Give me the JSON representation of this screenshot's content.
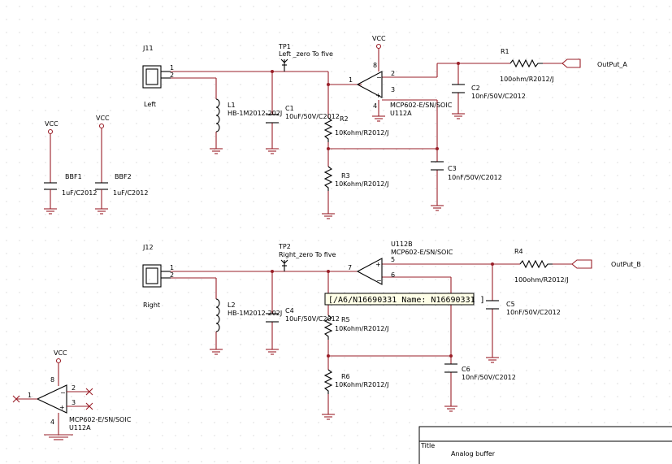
{
  "connectors": {
    "j11": {
      "ref": "J11",
      "label": "Left",
      "pin1": "1",
      "pin2": "2"
    },
    "j12": {
      "ref": "J12",
      "label": "Right",
      "pin1": "1",
      "pin2": "2"
    }
  },
  "testpoints": {
    "tp1": {
      "ref": "TP1",
      "net": "Left _zero To five"
    },
    "tp2": {
      "ref": "TP2",
      "net": "Right_zero To five"
    }
  },
  "inductors": {
    "l1": {
      "ref": "L1",
      "value": "HB-1M2012-202J"
    },
    "l2": {
      "ref": "L2",
      "value": "HB-1M2012-202J"
    }
  },
  "capacitors": {
    "c1": {
      "ref": "C1",
      "value": "10uF/50V/C2012"
    },
    "c2": {
      "ref": "C2",
      "value": "10nF/50V/C2012"
    },
    "c3": {
      "ref": "C3",
      "value": "10nF/50V/C2012"
    },
    "c4": {
      "ref": "C4",
      "value": "10uF/50V/C2012"
    },
    "c5": {
      "ref": "C5",
      "value": "10nF/50V/C2012"
    },
    "c6": {
      "ref": "C6",
      "value": "10nF/50V/C2012"
    },
    "bbf1": {
      "ref": "BBF1",
      "value": "1uF/C2012"
    },
    "bbf2": {
      "ref": "BBF2",
      "value": "1uF/C2012"
    }
  },
  "resistors": {
    "r1": {
      "ref": "R1",
      "value": "100ohm/R2012/J"
    },
    "r2": {
      "ref": "R2",
      "value": "10Kohm/R2012/J"
    },
    "r3": {
      "ref": "R3",
      "value": "10Kohm/R2012/J"
    },
    "r4": {
      "ref": "R4",
      "value": "100ohm/R2012/J"
    },
    "r5": {
      "ref": "R5",
      "value": "10Kohm/R2012/J"
    },
    "r6": {
      "ref": "R6",
      "value": "10Kohm/R2012/J"
    }
  },
  "opamps": {
    "u112a": {
      "part": "MCP602-E/SN/SOIC",
      "ref": "U112A",
      "out_pin": "1",
      "neg_pin": "2",
      "pos_pin": "3",
      "vcc_pin": "8",
      "gnd_pin": "4"
    },
    "u112b": {
      "part": "MCP602-E/SN/SOIC",
      "ref": "U112B",
      "out_pin": "7",
      "pos_pin": "5",
      "neg_pin": "6"
    },
    "u112a_spare": {
      "part": "MCP602-E/SN/SOIC",
      "ref": "U112A",
      "out_pin": "1",
      "neg_pin": "2",
      "pos_pin": "3",
      "vcc_pin": "8",
      "gnd_pin": "4"
    }
  },
  "power": {
    "vcc_label": "VCC"
  },
  "ports": {
    "output_a": "OutPut_A",
    "output_b": "OutPut_B"
  },
  "tooltip": {
    "text": "[/A6/N16690331 Name: N16690331 ]"
  },
  "title_block": {
    "title_label": "Title",
    "title_value": "Analog buffer"
  },
  "colors": {
    "wire": "#9a1f28",
    "symbol": "#000000",
    "background": "#ffffff",
    "tooltip_bg": "#ffffe8"
  }
}
